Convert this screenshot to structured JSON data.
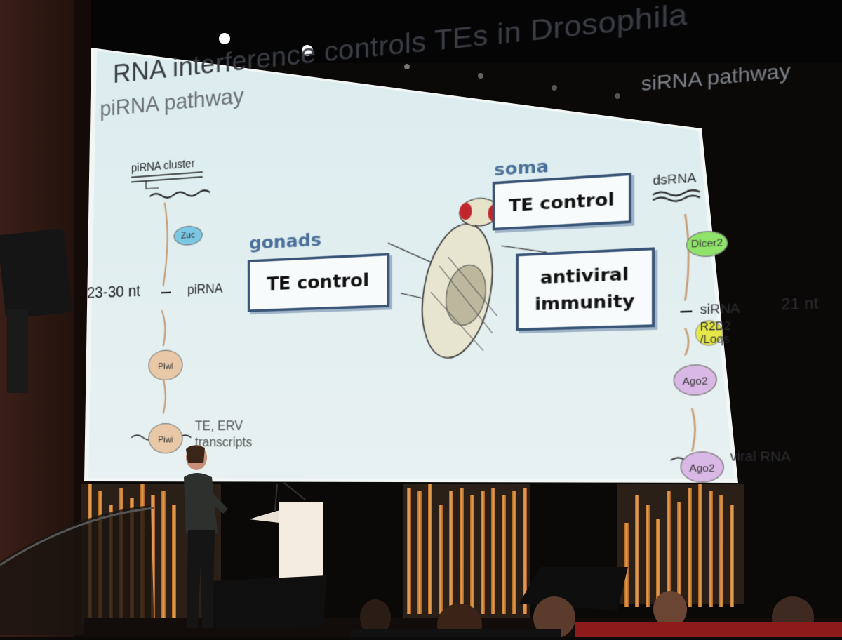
{
  "slide": {
    "title": "RNA interference controls TEs in Drosophila",
    "pirna": {
      "heading": "piRNA pathway",
      "cluster": "piRNA cluster",
      "enzyme": "Zuc",
      "length": "23-30 nt",
      "small_rna": "piRNA",
      "effector": "Piwi",
      "targets_line1": "TE, ERV",
      "targets_line2": "transcripts"
    },
    "center": {
      "gonads": "gonads",
      "soma": "soma",
      "box_gonads": "TE control",
      "box_soma": "TE control",
      "box_antiviral_1": "antiviral",
      "box_antiviral_2": "immunity"
    },
    "sirna": {
      "heading": "siRNA pathway",
      "substrate": "dsRNA",
      "enzyme": "Dicer2",
      "small_rna": "siRNA",
      "length": "21 nt",
      "cofactor_1": "R2D2",
      "cofactor_2": "/Loqs",
      "effector": "Ago2",
      "target": "viral RNA"
    }
  }
}
